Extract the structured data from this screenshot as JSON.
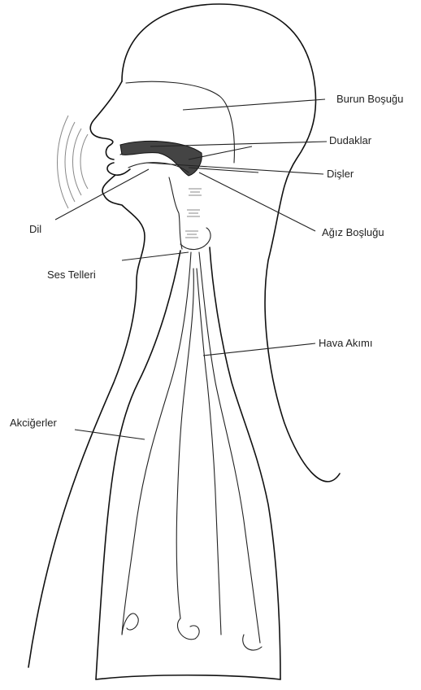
{
  "labels": {
    "burun_bosugu": "Burun Boşuğu",
    "dudaklar": "Dudaklar",
    "disler": "Dişler",
    "dil": "Dil",
    "agiz_bosugu": "Ağız Boşluğu",
    "ses_telleri": "Ses Telleri",
    "hava_akimi": "Hava Akımı",
    "akcigerler": "Akciğerler"
  },
  "colors": {
    "outline": "#111111",
    "lips_fill": "#444444",
    "sound_waves": "#888888",
    "label_text": "#222222"
  }
}
